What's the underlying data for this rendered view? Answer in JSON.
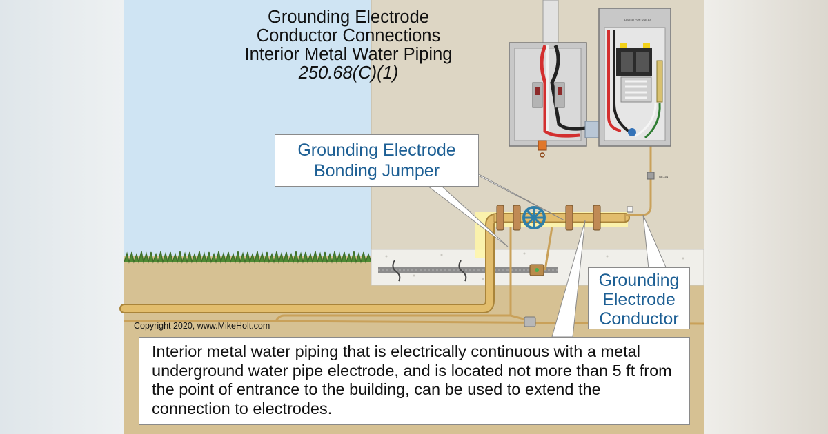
{
  "title": {
    "line1": "Grounding Electrode",
    "line2": "Conductor Connections",
    "line3": "Interior Metal Water Piping",
    "line4": "250.68(C)(1)"
  },
  "callouts": {
    "bonding_jumper": {
      "line1": "Grounding Electrode",
      "line2": "Bonding Jumper"
    },
    "electrode_conductor": {
      "line1": "Grounding",
      "line2": "Electrode",
      "line3": "Conductor"
    }
  },
  "copyright": "Copyright 2020, www.MikeHolt.com",
  "description": "Interior metal water piping that is electrically continuous with a metal underground water pipe electrode, and is located not more than 5 ft from the point of entrance to the building, can be used to extend the connection to electrodes.",
  "colors": {
    "sky": "#cfe4f3",
    "wall": "#ddd6c4",
    "soil": "#d6c193",
    "pipe": "#d9b15e",
    "highlight": "#fff6a8",
    "callout_text": "#1d5f94",
    "valve": "#2f7fa8"
  },
  "icons": [
    "meter-socket-icon",
    "panelboard-icon",
    "water-valve-icon",
    "ground-clamp-icon",
    "rebar-electrode-icon"
  ]
}
